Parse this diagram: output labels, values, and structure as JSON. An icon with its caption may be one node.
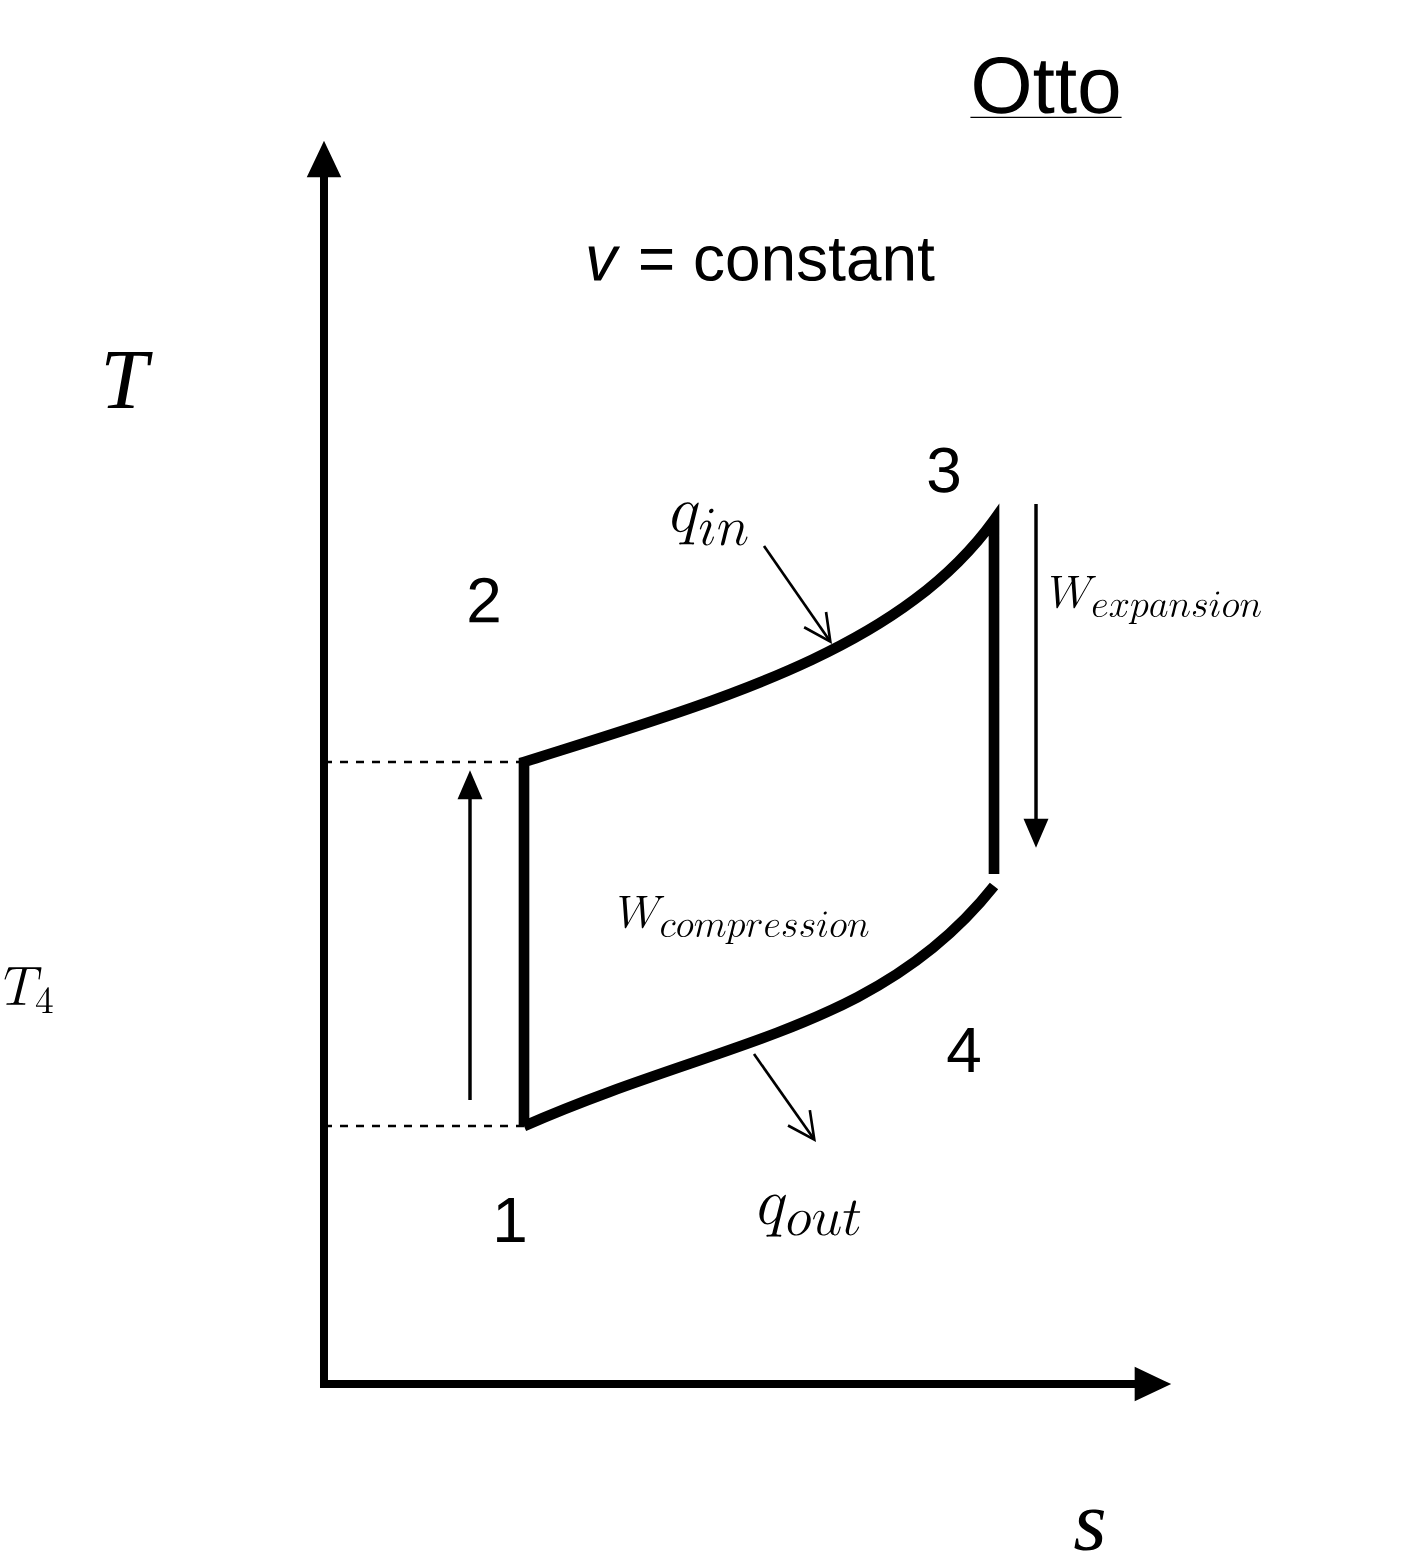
{
  "diagram": {
    "title": "Otto",
    "labels": [
      "*v* = constant",
      "T",
      "3",
      "q_{in}",
      "2",
      "W_{expansion}",
      "W_{compression}",
      "T_{4}",
      "4",
      "1",
      "q_{out}",
      "s"
    ]
  }
}
